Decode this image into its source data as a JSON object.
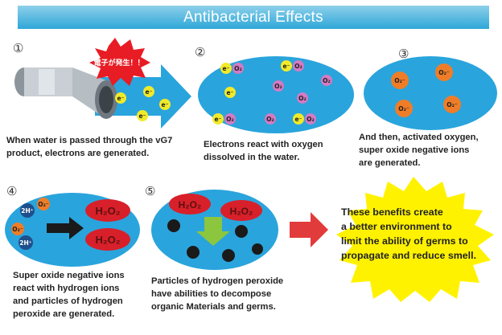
{
  "title": "Antibacterial Effects",
  "steps": [
    {
      "num": "①",
      "caption": "When water is passed through the vG7\nproduct, electrons are generated."
    },
    {
      "num": "②",
      "caption": "Electrons react with oxygen\ndissolved in the water."
    },
    {
      "num": "③",
      "caption": "And then, activated oxygen,\nsuper oxide negative ions\nare generated."
    },
    {
      "num": "④",
      "caption": "Super oxide negative ions\nreact with hydrogen ions\nand particles of hydrogen\nperoxide are generated."
    },
    {
      "num": "⑤",
      "caption": "Particles of hydrogen peroxide\nhave abilities to decompose\norganic Materials and germs."
    }
  ],
  "badge": "電子が発生！！",
  "labels": {
    "electron": "e⁻",
    "oxygen": "O₂",
    "superoxide": "O₂⁻",
    "hydrogen_ion": "2H⁺",
    "peroxide": "H₂O₂"
  },
  "benefits": "These benefits create\na better environment to\nlimit the ability of germs to\npropagate and reduce smell.",
  "colors": {
    "title_bar": "#2ea7d8",
    "blob": "#2aa4dc",
    "electron": "#f1ea2a",
    "oxygen": "#d37bc4",
    "superoxide": "#ef7d28",
    "peroxide": "#d8202a",
    "arrow_red": "#e23b3b",
    "benefits": "#fff200"
  }
}
